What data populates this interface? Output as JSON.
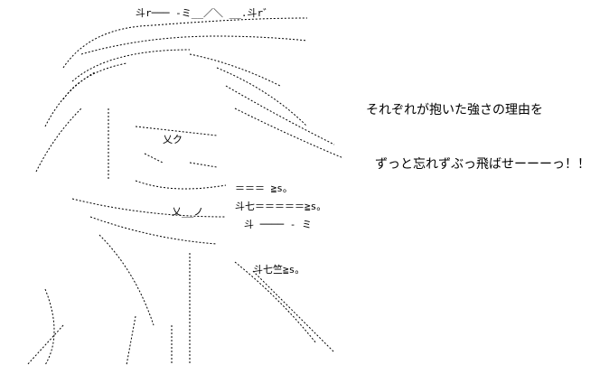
{
  "caption": {
    "line1": "それぞれが抱いた強さの理由を",
    "line2": "ずっと忘れずぶっ飛ばせーーーっ！！"
  },
  "art_fragments": {
    "top": "斗r─── -ミ__／＼ __.斗r゛",
    "effect_a": "＝＝＝ ≧s。",
    "effect_b": "斗七＝＝＝＝＝≧s。",
    "effect_c": "斗 ──── - ミ",
    "effect_d": "斗七竺≧s。",
    "face": "乂ク",
    "mouth": "乂__ノ"
  },
  "colors": {
    "ink": "#000000",
    "paper": "#ffffff"
  }
}
